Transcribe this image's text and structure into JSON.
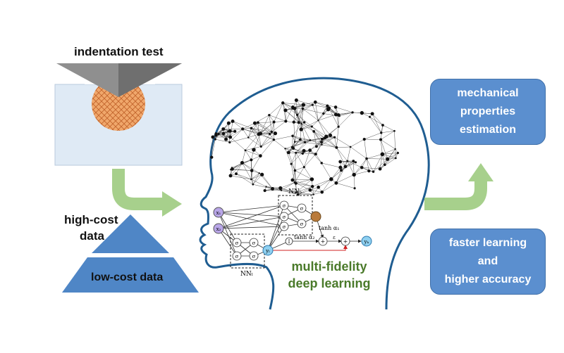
{
  "indentation": {
    "title": "indentation test"
  },
  "pyramid": {
    "high_label_line1": "high-cost",
    "high_label_line2": "data",
    "low_label": "low-cost data",
    "color": "#4f86c6"
  },
  "network": {
    "x1": "x₁",
    "x2": "x₂",
    "yl": "yₗ",
    "yh": "yₕ",
    "nn_h": "NNₕ",
    "nn_l": "NNₗ",
    "sigma": "σ",
    "tanh1": "tanh α₁",
    "tanh2": "tanh α₂",
    "identity": "I",
    "plus": "+",
    "eps": "ε"
  },
  "center_caption": {
    "line1": "multi-fidelity",
    "line2": "deep learning",
    "color": "#4a7a2a"
  },
  "output_boxes": [
    {
      "lines": [
        "mechanical",
        "properties",
        "estimation"
      ]
    },
    {
      "lines": [
        "faster learning",
        "and",
        "higher accuracy"
      ]
    }
  ],
  "colors": {
    "accent_blue": "#5b8fcf",
    "arrow_green": "#a7d08c",
    "head_outline": "#1f5d91",
    "indent_orange": "#f0a76b"
  }
}
